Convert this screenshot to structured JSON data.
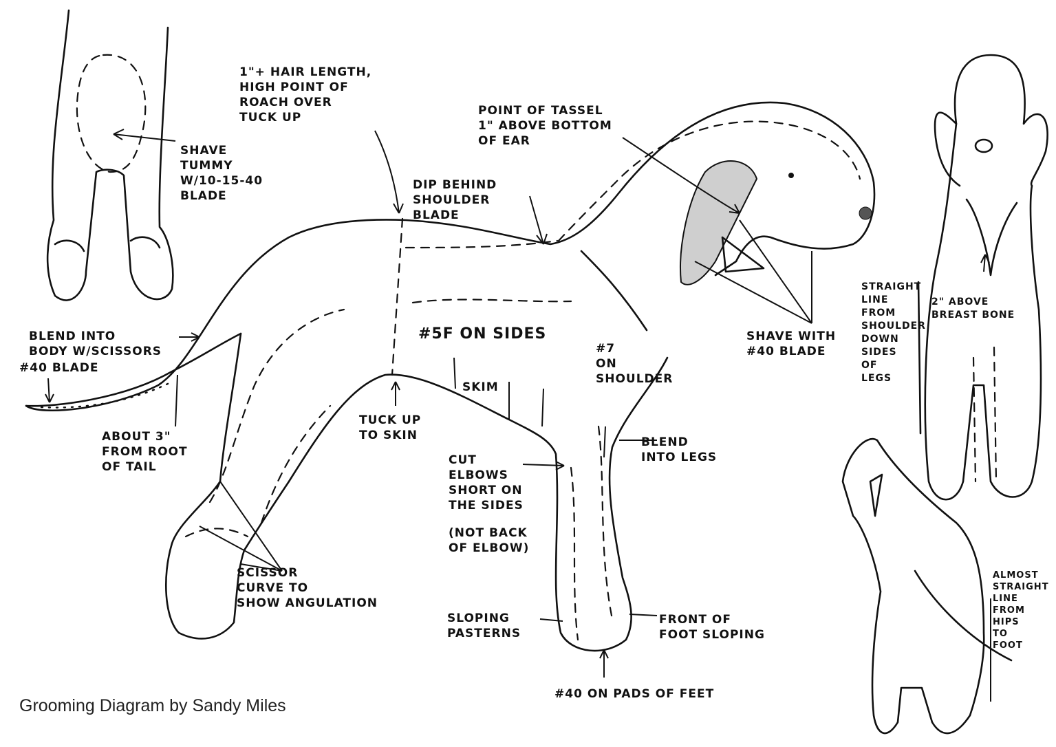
{
  "credit": "Grooming Diagram by Sandy Miles",
  "labels": {
    "shave_tummy": "SHAVE\nTUMMY\nw/10-15-40\nBLADE",
    "hair_length": "1\"+ HAIR LENGTH,\nHIGH POINT OF\nROACH OVER\nTUCK UP",
    "tassel": "POINT OF TASSEL\n1\" ABOVE BOTTOM\nOF EAR",
    "dip": "DIP BEHIND\nSHOULDER\nBLADE",
    "blend_body": "BLEND INTO\nBODY W/SCISSORS",
    "blade_40_tail": "#40 BLADE",
    "sides": "#5F ON SIDES",
    "skim": "SKIM",
    "tuck": "TUCK UP\nTO SKIN",
    "shoulder": "#7\nON\nSHOULDER",
    "shave_40": "SHAVE WITH\n#40 BLADE",
    "root_tail": "ABOUT 3\"\nFROM ROOT\nOF TAIL",
    "elbows": "CUT\nELBOWS\nSHORT ON\nTHE SIDES",
    "not_back": "(NOT BACK\nOF ELBOW)",
    "blend_legs": "BLEND\nINTO LEGS",
    "scissor": "SCISSOR\nCURVE TO\nSHOW ANGULATION",
    "pasterns": "SLOPING\nPASTERNS",
    "front_foot": "FRONT OF\nFOOT SLOPING",
    "pads": "#40 ON PADS OF FEET",
    "straight_line": "STRAIGHT\nLINE\nFROM\nSHOULDER\nDOWN\nSIDES\nOF\nLEGS",
    "breast_bone": "2\" ABOVE\nBREAST BONE",
    "hips": "ALMOST\nSTRAIGHT\nLINE\nFROM\nHIPS\nTO\nFOOT"
  }
}
